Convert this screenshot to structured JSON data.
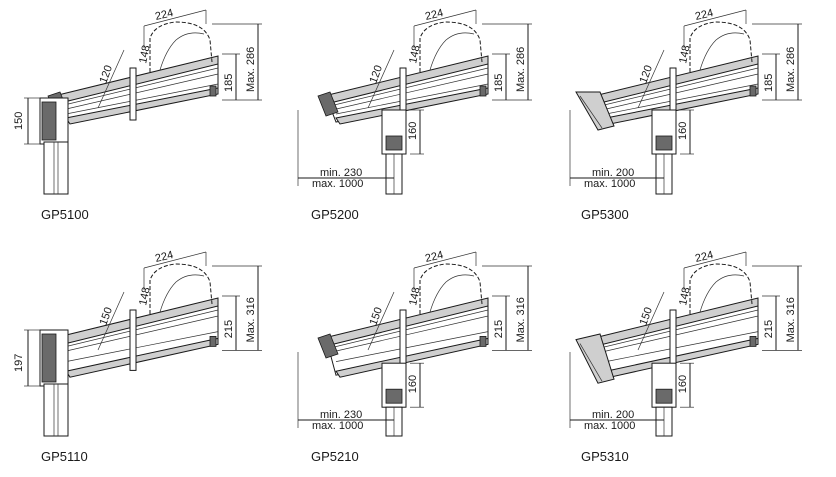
{
  "models": [
    {
      "caption": "GP5100",
      "mount": "wall",
      "dims": {
        "width": "224",
        "radius": "148",
        "depth": "120",
        "height": "185",
        "max": "Max. 286",
        "side": "150"
      }
    },
    {
      "caption": "GP5200",
      "mount": "pole",
      "dims": {
        "width": "224",
        "radius": "148",
        "depth": "120",
        "height": "185",
        "max": "Max. 286",
        "side": "160",
        "min": "min. 230",
        "maxlen": "max. 1000"
      }
    },
    {
      "caption": "GP5300",
      "mount": "pole-sunshield",
      "dims": {
        "width": "224",
        "radius": "148",
        "depth": "120",
        "height": "185",
        "max": "Max. 286",
        "side": "160",
        "min": "min. 200",
        "maxlen": "max. 1000"
      }
    },
    {
      "caption": "GP5110",
      "mount": "wall",
      "dims": {
        "width": "224",
        "radius": "148",
        "depth": "150",
        "height": "215",
        "max": "Max. 316",
        "side": "197"
      }
    },
    {
      "caption": "GP5210",
      "mount": "pole",
      "dims": {
        "width": "224",
        "radius": "148",
        "depth": "150",
        "height": "215",
        "max": "Max. 316",
        "side": "160",
        "min": "min. 230",
        "maxlen": "max. 1000"
      }
    },
    {
      "caption": "GP5310",
      "mount": "pole-sunshield",
      "dims": {
        "width": "224",
        "radius": "148",
        "depth": "150",
        "height": "215",
        "max": "Max. 316",
        "side": "160",
        "min": "min. 200",
        "maxlen": "max. 1000"
      }
    }
  ]
}
